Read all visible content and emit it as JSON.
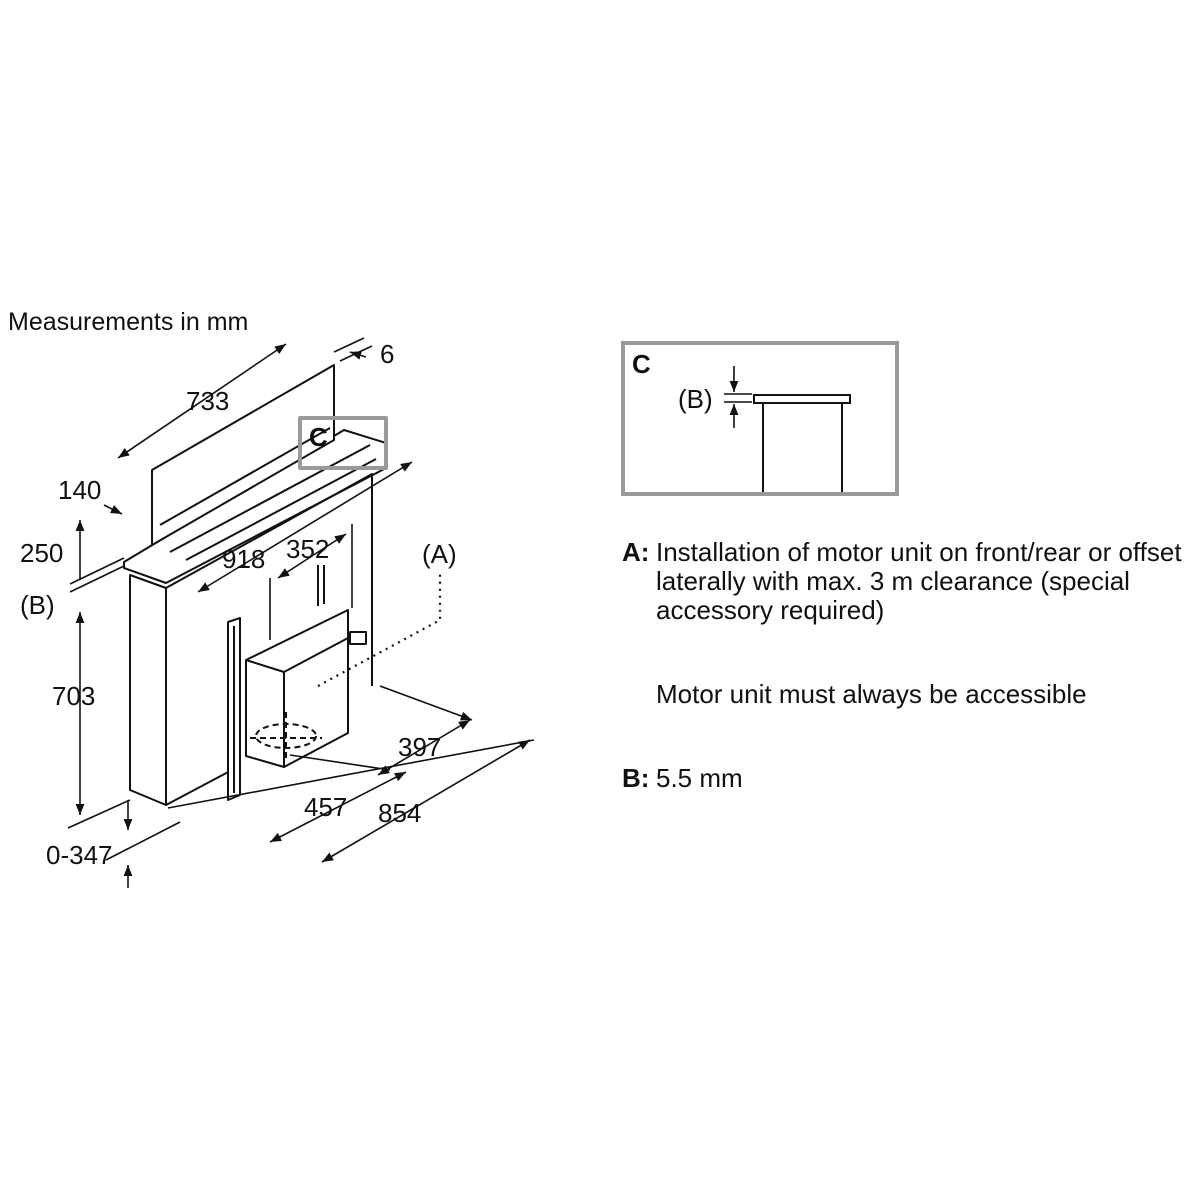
{
  "header": {
    "caption": "Measurements in mm"
  },
  "dimensions": {
    "d6": "6",
    "d733": "733",
    "d140": "140",
    "d250": "250",
    "dB_left": "(B)",
    "d918": "918",
    "d352": "352",
    "d703": "703",
    "d397": "397",
    "d457": "457",
    "d854": "854",
    "d0_347": "0-347"
  },
  "callouts": {
    "c_main": "C",
    "a_main": "(A)"
  },
  "detail": {
    "title": "C",
    "b_label": "(B)"
  },
  "notes": {
    "a_key": "A:",
    "a_text": "Installation of motor unit on front/rear or offset laterally with max. 3 m clearance (special accessory required)",
    "motor_text": "Motor unit must always be accessible",
    "b_key": "B:",
    "b_text": "5.5 mm"
  },
  "colors": {
    "line": "#111111",
    "frame": "#9a9a9a"
  }
}
